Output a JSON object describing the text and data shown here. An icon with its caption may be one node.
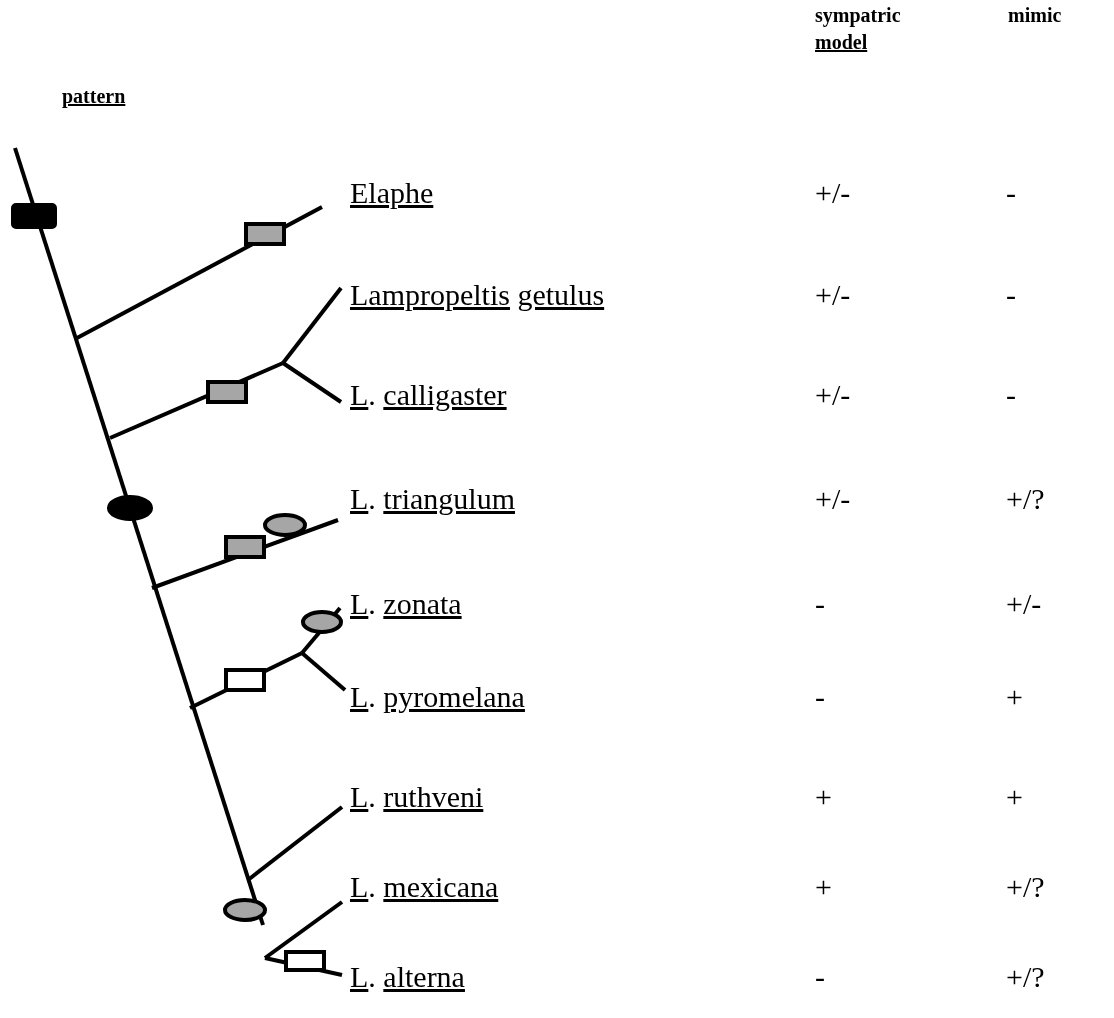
{
  "diagram": {
    "labels": [
      "sympatric",
      "mimic",
      "model",
      "pattern",
      "Elaphe",
      "+/-",
      "-",
      "Lampropeltis getulus",
      "+/-",
      "-",
      "L. calligaster",
      "+/-",
      "-",
      "L. triangulum",
      "+/-",
      "+/?",
      "L. zonata",
      "-",
      "+/-",
      "L. pyromelana",
      "-",
      "+",
      "L. ruthveni",
      "+",
      "+",
      "L. mexicana",
      "+",
      "+/?",
      "L. alterna",
      "-",
      "+/?"
    ]
  }
}
